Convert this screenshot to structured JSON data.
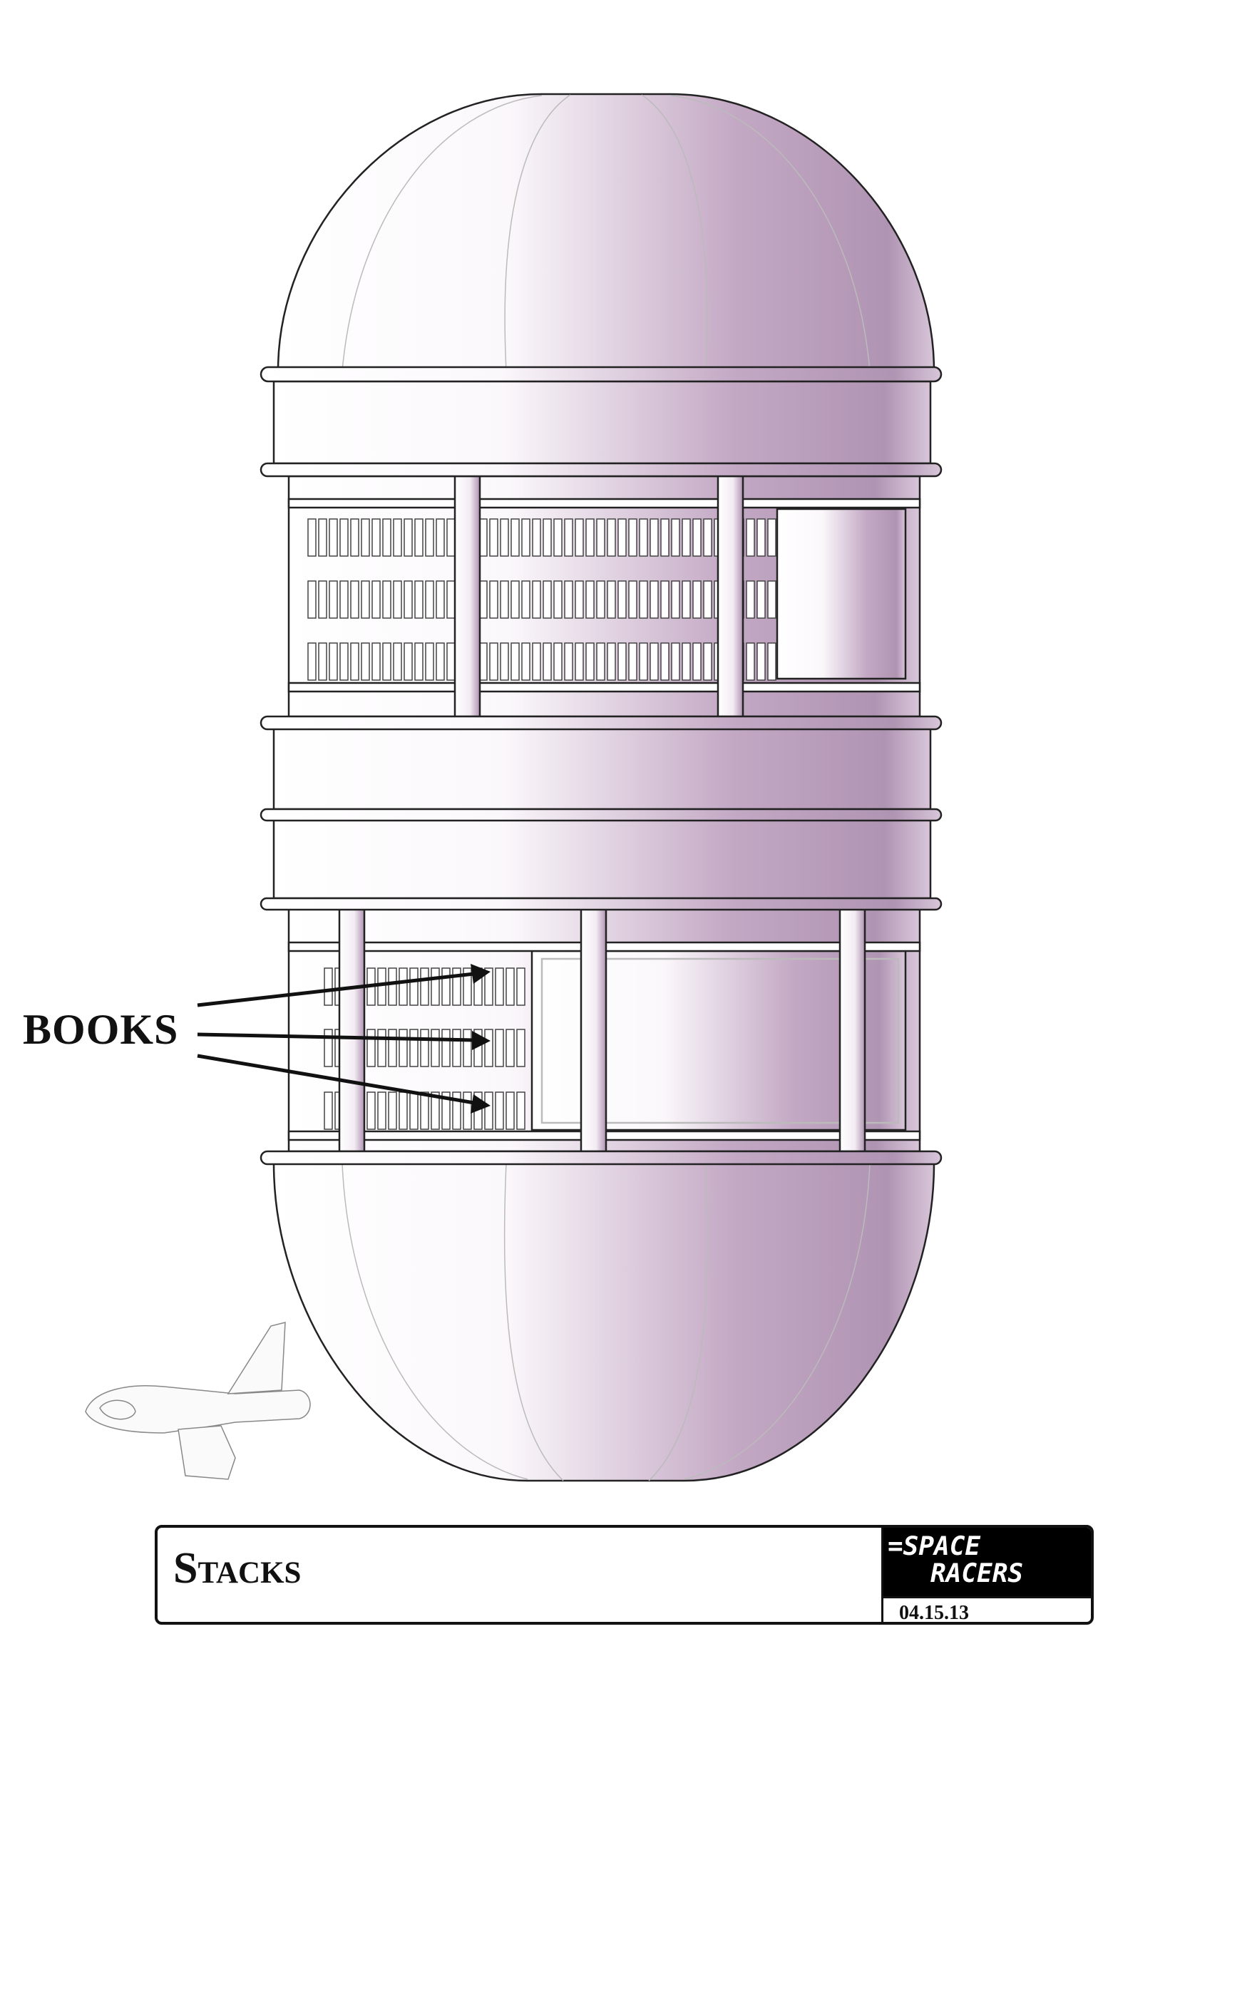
{
  "drawing": {
    "callout_label": "BOOKS",
    "fill_light": "#ffffff",
    "fill_dark": "#b094b3",
    "outline": "#222222"
  },
  "title_block": {
    "title": "Stacks",
    "logo_line1": "=SPACE",
    "logo_line2": "RACERS",
    "date": "04.15.13"
  }
}
